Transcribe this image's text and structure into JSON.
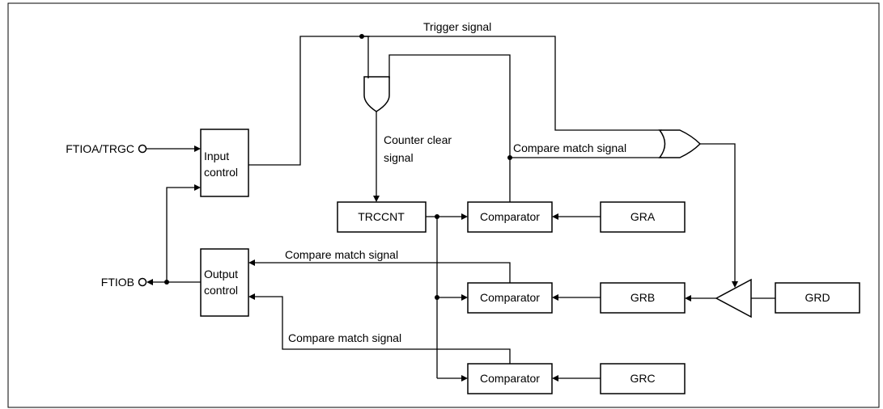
{
  "labels": {
    "trigger_signal": "Trigger signal",
    "counter_clear_1": "Counter clear",
    "counter_clear_2": "signal",
    "compare_match_top": "Compare match signal",
    "compare_match_output": "Compare match signal",
    "compare_match_bottom": "Compare match signal"
  },
  "pins": {
    "ftioa": "FTIOA/TRGC",
    "ftiob": "FTIOB"
  },
  "blocks": {
    "input_control_1": "Input",
    "input_control_2": "control",
    "output_control_1": "Output",
    "output_control_2": "control",
    "trccnt": "TRCCNT",
    "comparator_a": "Comparator",
    "comparator_b": "Comparator",
    "comparator_c": "Comparator",
    "gra": "GRA",
    "grb": "GRB",
    "grc": "GRC",
    "grd": "GRD"
  }
}
